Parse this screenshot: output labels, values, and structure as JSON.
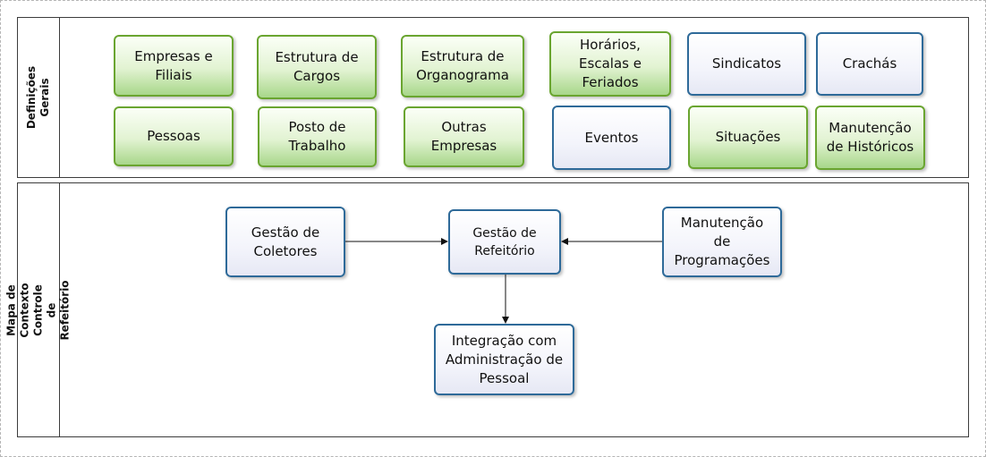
{
  "lanes": [
    {
      "title": "Definições Gerais"
    },
    {
      "title": "Mapa de Contexto Controle de\nRefeitório"
    }
  ],
  "general_definitions": [
    {
      "label": "Empresas e\nFiliais",
      "style": "green"
    },
    {
      "label": "Estrutura de\nCargos",
      "style": "green"
    },
    {
      "label": "Estrutura de\nOrganograma",
      "style": "green"
    },
    {
      "label": "Horários,\nEscalas e\nFeriados",
      "style": "green"
    },
    {
      "label": "Sindicatos",
      "style": "blue"
    },
    {
      "label": "Crachás",
      "style": "blue"
    },
    {
      "label": "Pessoas",
      "style": "green"
    },
    {
      "label": "Posto de\nTrabalho",
      "style": "green"
    },
    {
      "label": "Outras\nEmpresas",
      "style": "green"
    },
    {
      "label": "Eventos",
      "style": "blue"
    },
    {
      "label": "Situações",
      "style": "green"
    },
    {
      "label": "Manutenção\nde Históricos",
      "style": "green"
    }
  ],
  "context_map": {
    "nodes": [
      {
        "label": "Gestão de\nColetores",
        "style": "blue"
      },
      {
        "label": "Gestão de\nRefeitório",
        "style": "blue"
      },
      {
        "label": "Manutenção\nde\nProgramações",
        "style": "blue"
      },
      {
        "label": "Integração com\nAdministração de\nPessoal",
        "style": "blue"
      }
    ],
    "edges": [
      {
        "from": "Gestão de Coletores",
        "to": "Gestão de Refeitório"
      },
      {
        "from": "Manutenção de Programações",
        "to": "Gestão de Refeitório"
      },
      {
        "from": "Gestão de Refeitório",
        "to": "Integração com Administração de Pessoal"
      }
    ]
  },
  "colors": {
    "green_border": "#6aa530",
    "blue_border": "#2e6a99",
    "lane_border": "#3c3c3c",
    "arrow": "#111111"
  }
}
